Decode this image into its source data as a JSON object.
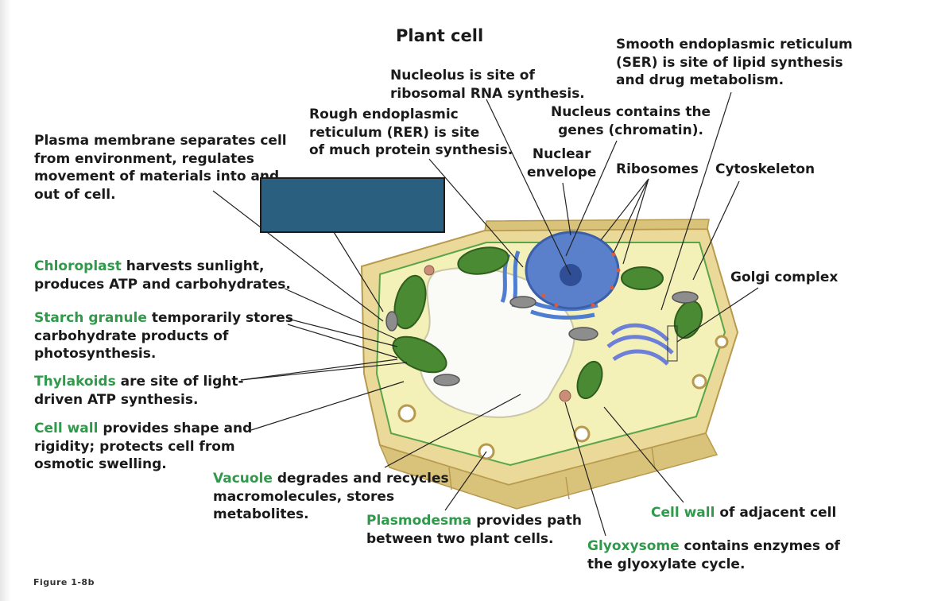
{
  "title": "Plant cell",
  "figure_label": "Figure 1-8b",
  "labels": {
    "plasma_membrane": [
      "Plasma membrane separates cell",
      "from environment, regulates",
      "movement of materials into and",
      "out of cell."
    ],
    "chloroplast": {
      "term": "Chloroplast",
      "rest": " harvests sunlight,",
      "lines": [
        "produces ATP and carbohydrates."
      ]
    },
    "starch": {
      "term": "Starch granule",
      "rest": " temporarily stores",
      "lines": [
        "carbohydrate products of",
        "photosynthesis."
      ]
    },
    "thylakoids": {
      "term": "Thylakoids",
      "rest": " are site of light-",
      "lines": [
        "driven ATP synthesis."
      ]
    },
    "cell_wall": {
      "term": "Cell wall",
      "rest": " provides shape and",
      "lines": [
        "rigidity; protects cell from",
        "osmotic swelling."
      ]
    },
    "vacuole": {
      "term": "Vacuole",
      "rest": " degrades and recycles",
      "lines": [
        "macromolecules, stores",
        "metabolites."
      ]
    },
    "plasmodesma": {
      "term": "Plasmodesma",
      "rest": " provides path",
      "lines": [
        "between two plant cells."
      ]
    },
    "glyoxysome": {
      "term": "Glyoxysome",
      "rest": " contains enzymes of",
      "lines": [
        "the glyoxylate cycle."
      ]
    },
    "cell_wall_adjacent": {
      "term": "Cell wall",
      "rest": " of adjacent cell"
    },
    "golgi": "Golgi complex",
    "cytoskeleton": "Cytoskeleton",
    "ribosomes": "Ribosomes",
    "nuclear_envelope": [
      "Nuclear",
      "envelope"
    ],
    "nucleus": [
      "Nucleus contains the",
      "genes (chromatin)."
    ],
    "rer": [
      "Rough endoplasmic",
      "reticulum (RER) is site",
      "of much protein synthesis."
    ],
    "nucleolus": [
      "Nucleolus is site of",
      "ribosomal RNA synthesis."
    ],
    "ser": [
      "Smooth endoplasmic reticulum",
      "(SER) is site of lipid synthesis",
      "and drug metabolism."
    ]
  },
  "colors": {
    "term_green": "#2e9a4a",
    "mask_blue": "#2b5f80",
    "cell_wall": "#e3cf83",
    "cytoplasm": "#f2efb6",
    "nucleus": "#4a6ec0",
    "chloroplast": "#3b7a2a"
  }
}
